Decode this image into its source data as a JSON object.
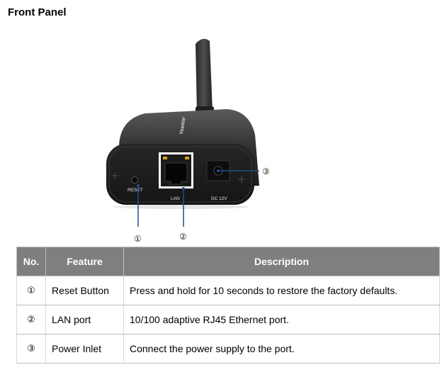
{
  "title": "Front Panel",
  "figure": {
    "device_labels": {
      "reset": "RESET",
      "lan": "LAN",
      "dc": "DC 12V",
      "brand": "Yeastar"
    },
    "callouts": [
      "①",
      "②",
      "③"
    ]
  },
  "table": {
    "headers": {
      "no": "No.",
      "feature": "Feature",
      "description": "Description"
    },
    "rows": [
      {
        "no": "①",
        "feature": "Reset Button",
        "description": "Press and hold for 10 seconds to restore the factory defaults."
      },
      {
        "no": "②",
        "feature": "LAN port",
        "description": "10/100 adaptive RJ45 Ethernet port."
      },
      {
        "no": "③",
        "feature": "Power Inlet",
        "description": "Connect the power supply to the port."
      }
    ]
  }
}
